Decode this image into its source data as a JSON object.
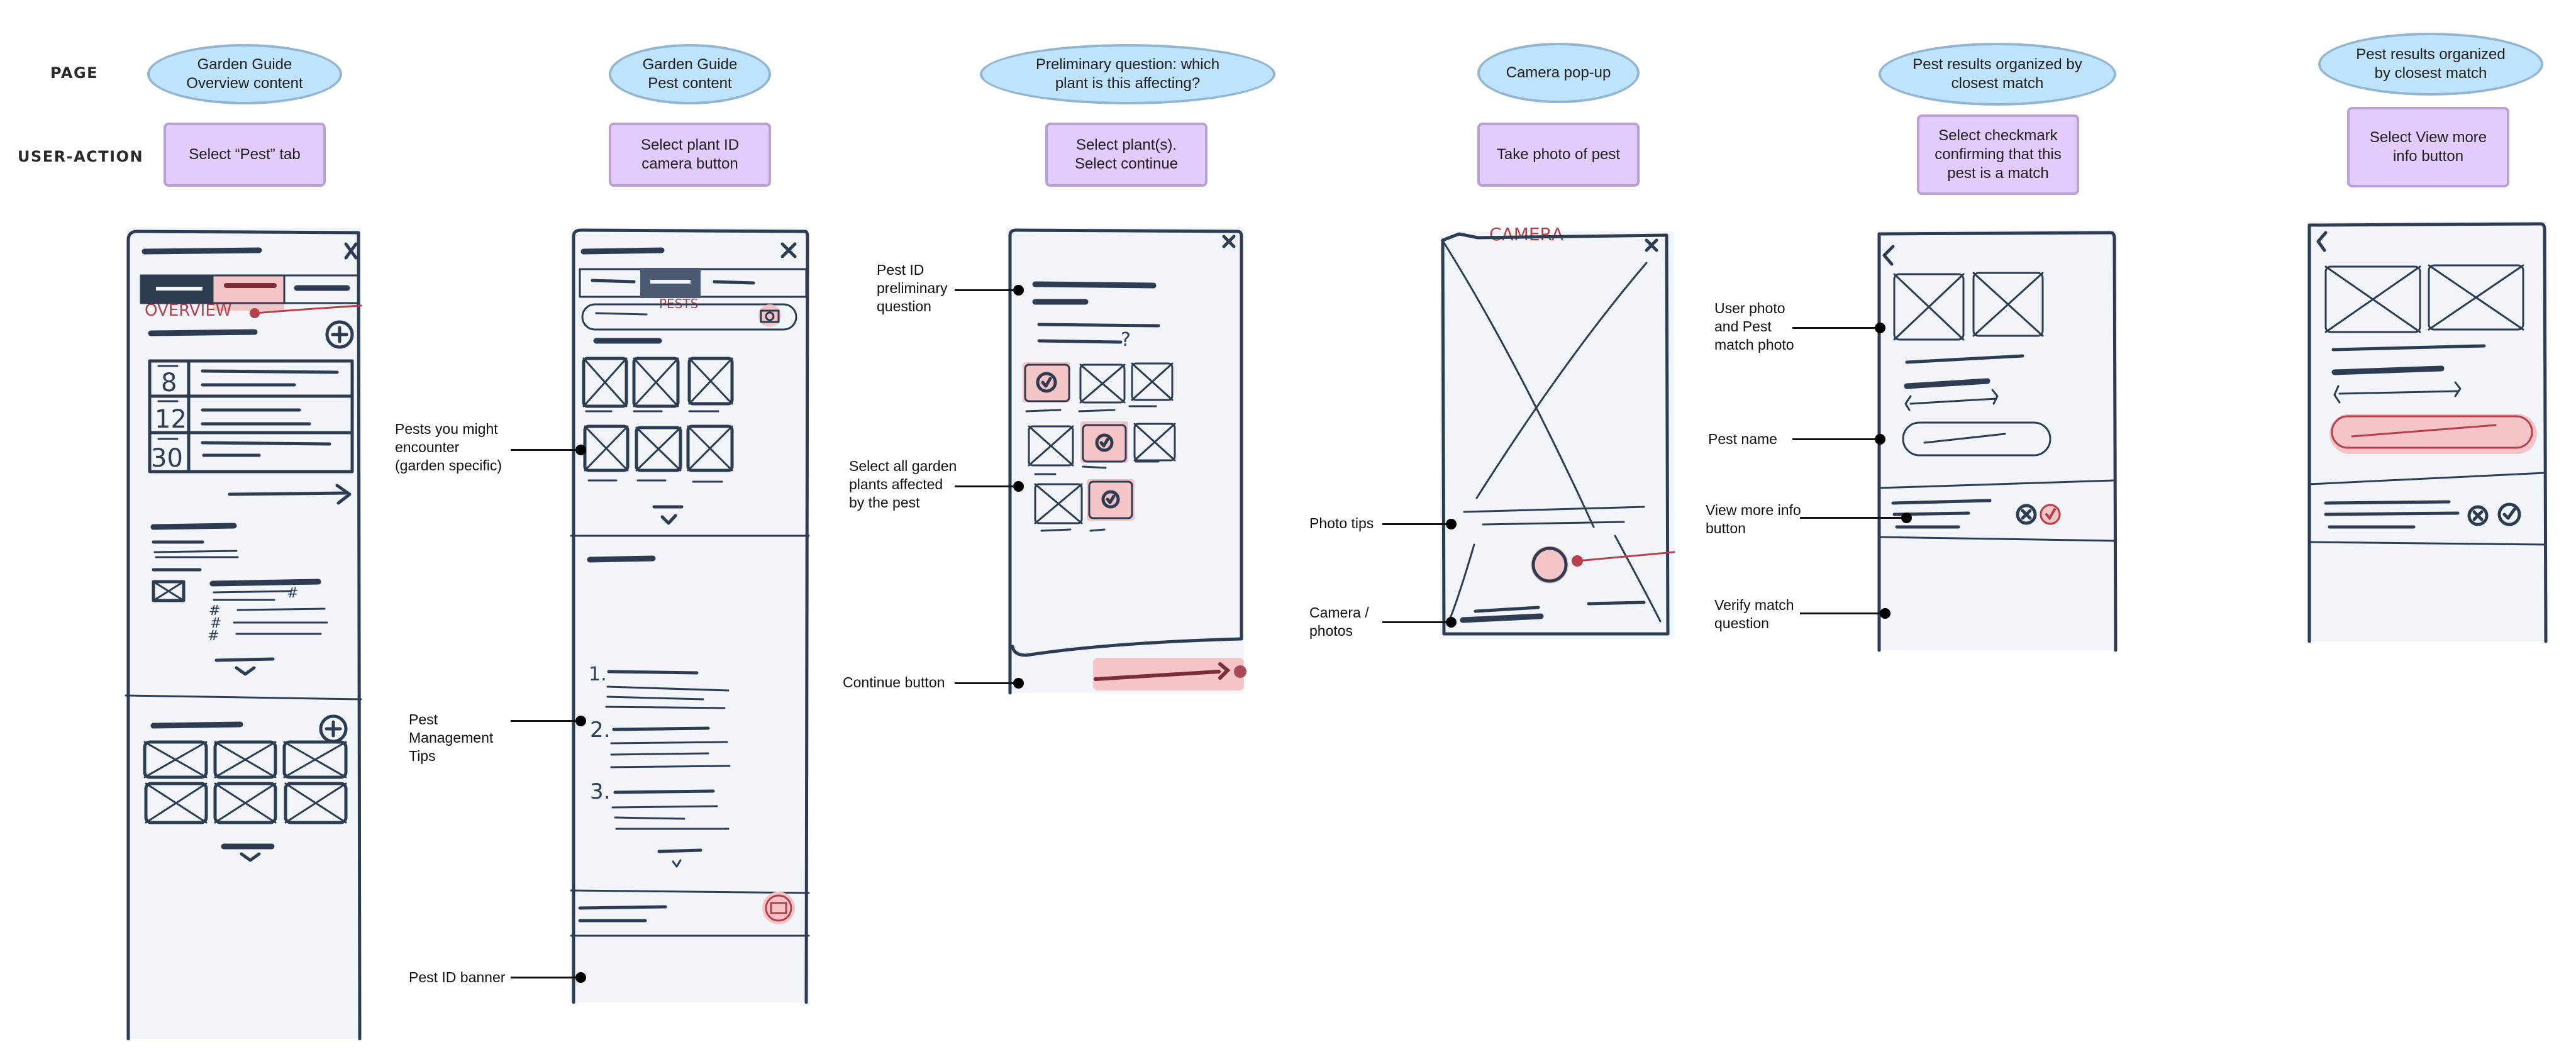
{
  "row_labels": {
    "page": "PAGE",
    "user_action": "USER-ACTION"
  },
  "colors": {
    "page_fill": "#bfe3fb",
    "page_border": "#93b6d0",
    "action_fill": "#e3cbfb",
    "action_border": "#b8a0d2",
    "highlight": "#f5c4c6",
    "sketch_ink": "#2e3c52",
    "sketch_paper": "#f1f5fa",
    "annotation_red": "#b4404c"
  },
  "steps": [
    {
      "page": "Garden Guide\nOverview content",
      "action": "Select “Pest” tab",
      "sketch": {
        "tab_annotation": "OVERVIEW",
        "day_counts": [
          "8",
          "12",
          "30"
        ],
        "hash_marks": [
          "#",
          "#",
          "#",
          "#"
        ]
      },
      "callouts": []
    },
    {
      "page": "Garden Guide\nPest content",
      "action": "Select plant ID\ncamera button",
      "sketch": {
        "tab_annotation": "PESTS",
        "tip_numbers": [
          "1.",
          "2.",
          "3."
        ]
      },
      "callouts": [
        "Pests you might\nencounter\n(garden specific)",
        "Pest\nManagement\nTips",
        "Pest ID banner"
      ]
    },
    {
      "page": "Preliminary question: which\nplant is this affecting?",
      "action": "Select plant(s).\nSelect continue",
      "sketch": {
        "question_mark": "?",
        "selected_plants": [
          true,
          false,
          false,
          false,
          true,
          false,
          false,
          true
        ]
      },
      "callouts": [
        "Pest ID\npreliminary\nquestion",
        "Select all garden\nplants affected\nby the pest",
        "Continue button"
      ]
    },
    {
      "page": "Camera pop-up",
      "action": "Take photo of pest",
      "sketch": {
        "header_annotation": "CAMERA"
      },
      "callouts": [
        "Photo tips",
        "Camera /\nphotos"
      ]
    },
    {
      "page": "Pest results organized by\nclosest match",
      "action": "Select checkmark\nconfirming that this\npest is a match",
      "sketch": {},
      "callouts": [
        "User photo\nand Pest\nmatch photo",
        "Pest name",
        "View more info\nbutton",
        "Verify match\nquestion"
      ]
    },
    {
      "page": "Pest results organized\nby closest match",
      "action": "Select View more\ninfo button",
      "sketch": {},
      "callouts": []
    }
  ]
}
